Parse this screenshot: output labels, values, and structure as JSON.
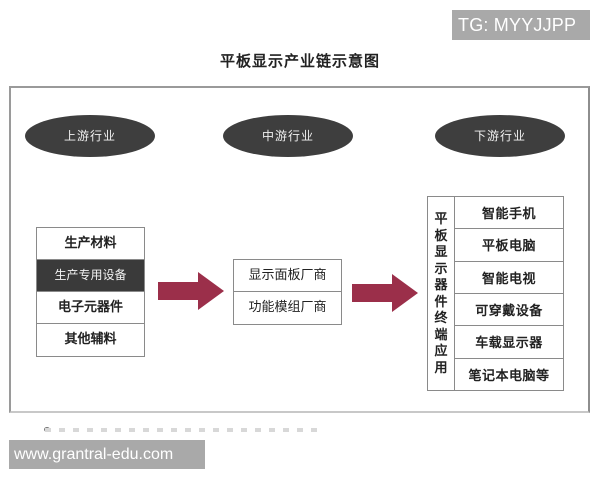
{
  "badges": {
    "top_right": "TG: MYYJJPP",
    "bottom_left": "www.grantral-edu.com"
  },
  "diagram": {
    "title": "平板显示产业链示意图",
    "colors": {
      "ellipse_fill": "#3e3e3e",
      "arrow_fill": "#9b2f4a",
      "highlight_row": "#3a3a3a",
      "border": "#8a8a8a"
    },
    "stages": [
      {
        "label": "上游行业",
        "items": [
          "生产材料",
          "生产专用设备",
          "电子元器件",
          "其他辅料"
        ],
        "highlighted_index": 1
      },
      {
        "label": "中游行业",
        "items": [
          "显示面板厂商",
          "功能模组厂商"
        ]
      },
      {
        "label": "下游行业",
        "group_label": [
          "平",
          "板",
          "显",
          "示",
          "器",
          "件",
          "终",
          "端",
          "应",
          "用"
        ],
        "group_label_text": "平板显示器件终端应用",
        "items": [
          "智能手机",
          "平板电脑",
          "智能电视",
          "可穿戴设备",
          "车载显示器",
          "笔记本电脑等"
        ]
      }
    ],
    "arrows": [
      "upstream-to-midstream",
      "midstream-to-downstream"
    ]
  }
}
